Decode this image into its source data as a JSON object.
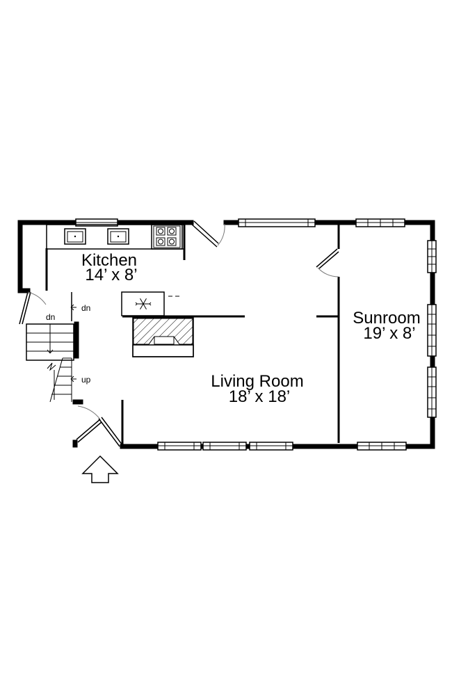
{
  "rooms": {
    "kitchen": {
      "name": "Kitchen",
      "dimensions": "14’ x 8’"
    },
    "living_room": {
      "name": "Living Room",
      "dimensions": "18’ x 18’"
    },
    "sunroom": {
      "name": "Sunroom",
      "dimensions": "19’ x 8’"
    }
  },
  "stair_labels": {
    "down_top": "dn",
    "down_left": "dn",
    "up": "up"
  },
  "icons": {
    "refrigerator": "snowflake-icon",
    "entry": "entry-arrow-icon"
  },
  "colors": {
    "wall": "#000000",
    "background": "#ffffff",
    "door_swing": "#777777"
  }
}
